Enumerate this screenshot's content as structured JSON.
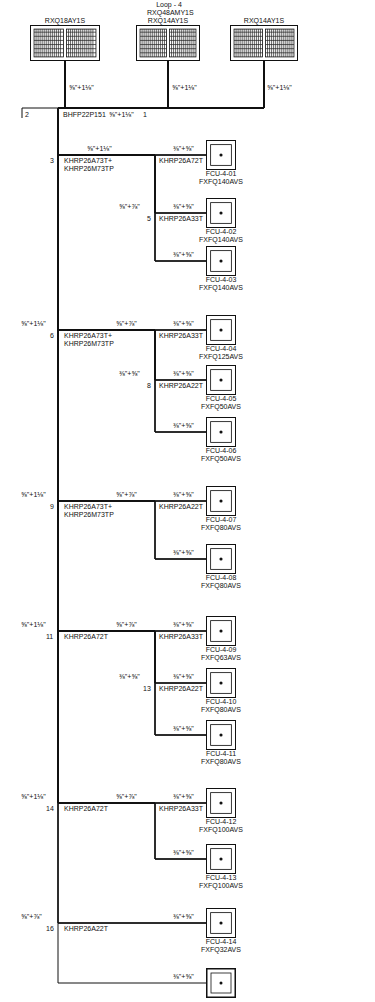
{
  "diagram": {
    "title": "Loop - 4",
    "nodes": [
      {
        "text": [
          "RXQ18AY1S"
        ]
      },
      {
        "text": [
          "RXQ14AY1S"
        ]
      },
      {
        "text": [
          "RXQ14AY1S"
        ]
      },
      {
        "text": [
          "FCU-4-01",
          "FXFQ140AVS"
        ]
      },
      {
        "text": [
          "FCU-4-02",
          "FXFQ140AVS"
        ]
      },
      {
        "text": [
          "FCU-4-03",
          "FXFQ140AVS"
        ]
      },
      {
        "text": [
          "FCU-4-04",
          "FXFQ125AVS"
        ]
      },
      {
        "text": [
          "FCU-4-05",
          "FXFQ50AVS"
        ]
      },
      {
        "text": [
          "FCU-4-06",
          "FXFQ50AVS"
        ]
      },
      {
        "text": [
          "FCU-4-07",
          "FXFQ80AVS"
        ]
      },
      {
        "text": [
          "FCU-4-08",
          "FXFQ80AVS"
        ]
      },
      {
        "text": [
          "FCU-4-09",
          "FXFQ63AVS"
        ]
      },
      {
        "text": [
          "FCU-4-10",
          "FXFQ80AVS"
        ]
      },
      {
        "text": [
          "FCU-4-11",
          "FXFQ80AVS"
        ]
      },
      {
        "text": [
          "FCU-4-12",
          "FXFQ100AVS"
        ]
      },
      {
        "text": [
          "FCU-4-13",
          "FXFQ100AVS"
        ]
      },
      {
        "text": [
          "FCU-4-14",
          "FXFQ32AVS"
        ]
      }
    ],
    "edges": [
      {
        "from": 0,
        "to": 3,
        "arrow": "none"
      },
      {
        "from": 0,
        "to": 4,
        "arrow": "none"
      },
      {
        "from": 0,
        "to": 5,
        "arrow": "none"
      },
      {
        "from": 0,
        "to": 6,
        "arrow": "none"
      },
      {
        "from": 0,
        "to": 7,
        "arrow": "none"
      },
      {
        "from": 0,
        "to": 8,
        "arrow": "none"
      },
      {
        "from": 0,
        "to": 9,
        "arrow": "none"
      },
      {
        "from": 0,
        "to": 10,
        "arrow": "none"
      },
      {
        "from": 0,
        "to": 11,
        "arrow": "none"
      },
      {
        "from": 0,
        "to": 12,
        "arrow": "none"
      },
      {
        "from": 0,
        "to": 13,
        "arrow": "none"
      },
      {
        "from": 0,
        "to": 14,
        "arrow": "none"
      },
      {
        "from": 0,
        "to": 15,
        "arrow": "none"
      },
      {
        "from": 0,
        "to": 16,
        "arrow": "none"
      },
      {
        "from": 1,
        "to": 3,
        "arrow": "none"
      },
      {
        "from": 1,
        "to": 4,
        "arrow": "none"
      },
      {
        "from": 1,
        "to": 5,
        "arrow": "none"
      },
      {
        "from": 1,
        "to": 6,
        "arrow": "none"
      },
      {
        "from": 1,
        "to": 7,
        "arrow": "none"
      },
      {
        "from": 1,
        "to": 8,
        "arrow": "none"
      },
      {
        "from": 1,
        "to": 9,
        "arrow": "none"
      },
      {
        "from": 1,
        "to": 10,
        "arrow": "none"
      },
      {
        "from": 1,
        "to": 11,
        "arrow": "none"
      },
      {
        "from": 1,
        "to": 12,
        "arrow": "none"
      },
      {
        "from": 1,
        "to": 13,
        "arrow": "none"
      },
      {
        "from": 1,
        "to": 14,
        "arrow": "none"
      },
      {
        "from": 1,
        "to": 15,
        "arrow": "none"
      },
      {
        "from": 1,
        "to": 16,
        "arrow": "none"
      },
      {
        "from": 2,
        "to": 3,
        "arrow": "none"
      },
      {
        "from": 2,
        "to": 4,
        "arrow": "none"
      },
      {
        "from": 2,
        "to": 5,
        "arrow": "none"
      },
      {
        "from": 2,
        "to": 6,
        "arrow": "none"
      },
      {
        "from": 2,
        "to": 7,
        "arrow": "none"
      },
      {
        "from": 2,
        "to": 8,
        "arrow": "none"
      },
      {
        "from": 2,
        "to": 9,
        "arrow": "none"
      },
      {
        "from": 2,
        "to": 10,
        "arrow": "none"
      },
      {
        "from": 2,
        "to": 11,
        "arrow": "none"
      },
      {
        "from": 2,
        "to": 12,
        "arrow": "none"
      },
      {
        "from": 2,
        "to": 13,
        "arrow": "none"
      },
      {
        "from": 2,
        "to": 14,
        "arrow": "none"
      },
      {
        "from": 2,
        "to": 15,
        "arrow": "none"
      },
      {
        "from": 2,
        "to": 16,
        "arrow": "none"
      }
    ],
    "labels": [
      "RXQ48AMY1S",
      "⅝\"+1⅛\"",
      "⅝\"+1⅛\"",
      "⅝\"+1⅛\"",
      "2",
      "BHFP22P151",
      "⅝\"+1⅛\"",
      "1",
      "⅝\"+1⅛\"",
      "3",
      "KHRP26A73T+",
      "KHRP26M73TP",
      "KHRP26A72T",
      "⅜\"+⅝\"",
      "⅝\"+⅞\"",
      "5",
      "KHRP26A33T",
      "⅜\"+⅝\"",
      "⅜\"+⅝\"",
      "⅝\"+1⅛\"",
      "6",
      "KHRP26A73T+",
      "KHRP26M73TP",
      "⅝\"+⅞\"",
      "KHRP26A33T",
      "⅜\"+⅝\"",
      "⅜\"+⅝\"",
      "8",
      "KHRP26A22T",
      "⅜\"+⅝\"",
      "⅜\"+⅝\"",
      "⅝\"+1⅛\"",
      "9",
      "KHRP26A73T+",
      "KHRP26M73TP",
      "⅝\"+⅞\"",
      "KHRP26A22T",
      "⅜\"+⅝\"",
      "⅜\"+⅝\"",
      "⅝\"+1⅛\"",
      "11",
      "KHRP26A72T",
      "⅝\"+⅞\"",
      "KHRP26A33T",
      "⅜\"+⅝\"",
      "⅜\"+⅝\"",
      "13",
      "KHRP26A22T",
      "⅜\"+⅝\"",
      "⅜\"+⅝\"",
      "⅝\"+1⅛\"",
      "14",
      "KHRP26A72T",
      "⅝\"+⅞\"",
      "KHRP26A33T",
      "⅜\"+⅝\"",
      "⅜\"+⅝\"",
      "⅝\"+⅞\"",
      "16",
      "KHRP26A22T",
      "⅜\"+⅝\"",
      "⅜\"+⅝\""
    ]
  }
}
